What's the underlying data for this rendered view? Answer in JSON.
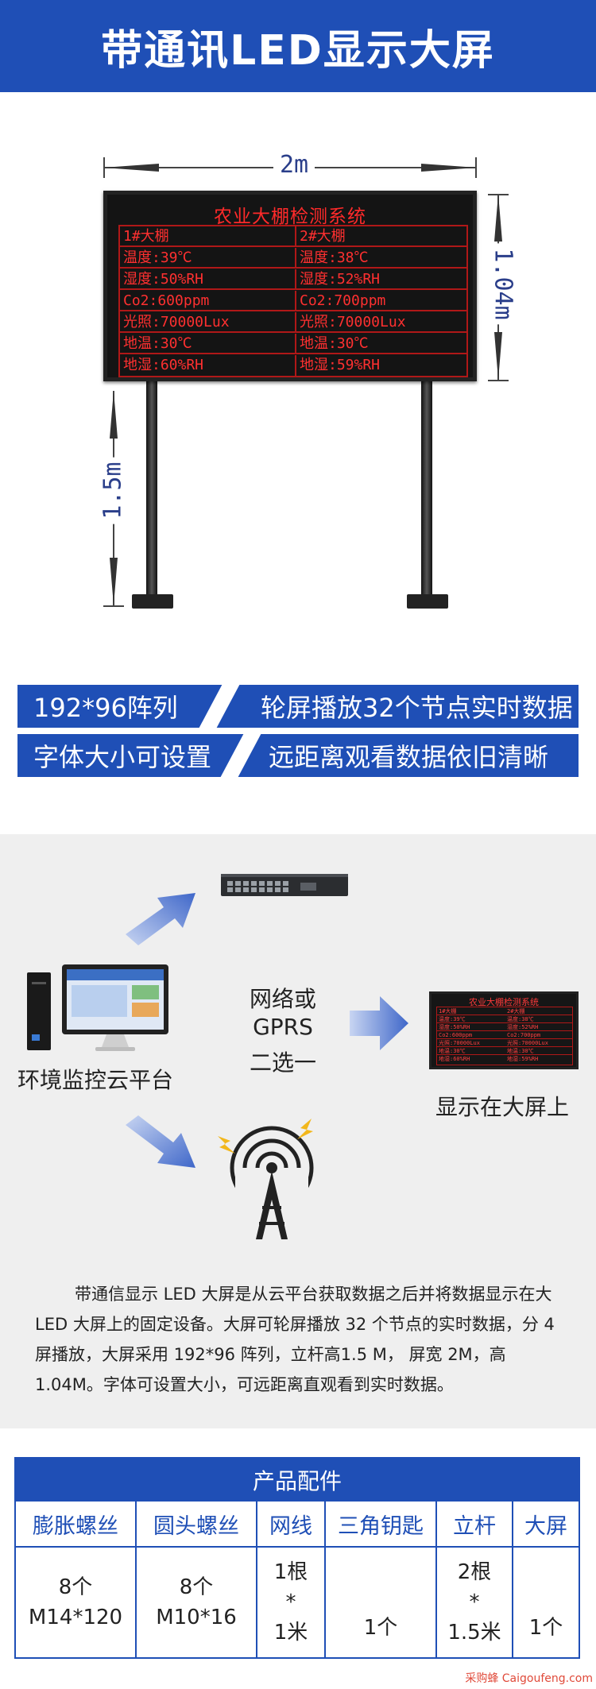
{
  "header": {
    "title": "带通讯LED显示大屏"
  },
  "diagram": {
    "width_label": "2m",
    "height_label": "1.04m",
    "pole_label": "1.5m"
  },
  "led": {
    "title": "农业大棚检测系统",
    "rows": [
      [
        "1#大棚",
        "2#大棚"
      ],
      [
        "温度:39℃",
        "温度:38℃"
      ],
      [
        "湿度:50%RH",
        "湿度:52%RH"
      ],
      [
        "Co2:600ppm",
        "Co2:700ppm"
      ],
      [
        "光照:70000Lux",
        "光照:70000Lux"
      ],
      [
        "地温:30℃",
        "地温:30℃"
      ],
      [
        "地湿:60%RH",
        "地湿:59%RH"
      ]
    ]
  },
  "features": {
    "f1": "192*96阵列",
    "f2": "轮屏播放32个节点实时数据",
    "f3": "字体大小可设置",
    "f4": "远距离观看数据依旧清晰"
  },
  "flow": {
    "platform_label": "环境监控云平台",
    "network_line1": "网络或",
    "network_line2": "GPRS",
    "network_line3": "二选一",
    "display_label": "显示在大屏上"
  },
  "description": "带通信显示 LED 大屏是从云平台获取数据之后并将数据显示在大 LED 大屏上的固定设备。大屏可轮屏播放 32 个节点的实时数据，分 4 屏播放，大屏采用 192*96 阵列，立杆高1.5 M， 屏宽 2M，高 1.04M。字体可设置大小，可远距离直观看到实时数据。",
  "parts_table": {
    "title": "产品配件",
    "columns": [
      {
        "name": "膨胀螺丝",
        "line1": "8个",
        "line2": "M14*120",
        "line3": ""
      },
      {
        "name": "圆头螺丝",
        "line1": "8个",
        "line2": "M10*16",
        "line3": ""
      },
      {
        "name": "网线",
        "line1": "1根",
        "line2": "*",
        "line3": "1米"
      },
      {
        "name": "三角钥匙",
        "line1": "",
        "line2": "1个",
        "line3": ""
      },
      {
        "name": "立杆",
        "line1": "2根",
        "line2": "*",
        "line3": "1.5米"
      },
      {
        "name": "大屏",
        "line1": "",
        "line2": "1个",
        "line3": ""
      }
    ]
  },
  "watermark": "采购蜂 Caigoufeng.com",
  "colors": {
    "brand_blue": "#1f4fb6",
    "led_red": "#ff3030"
  }
}
